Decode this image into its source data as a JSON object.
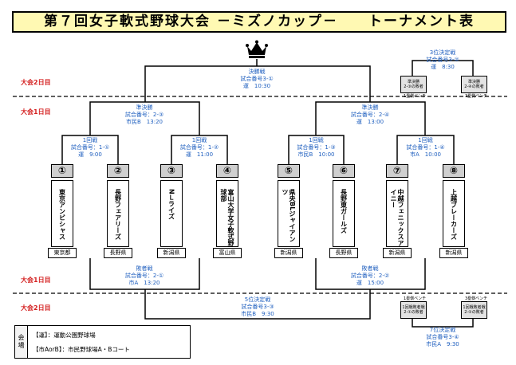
{
  "title": "第７回女子軟式野球大会 －ミズノカップ－　　トーナメント表",
  "day_labels": {
    "day2_top": "大会2日目",
    "day1_top": "大会1日目",
    "day1_bottom": "大会1日目",
    "day2_bottom": "大会2日目"
  },
  "final": {
    "line1": "決勝戦",
    "line2": "試合番号3-①",
    "line3": "運　10:30"
  },
  "third_place": {
    "line1": "3位決定戦",
    "line2": "試合番号3-②",
    "line3": "運　8:30",
    "left_box": "準決勝\n2-③の敗者",
    "right_box": "準決勝\n2-④の敗者",
    "left_bench": "1塁側ベンチ",
    "right_bench": "3塁側ベンチ"
  },
  "semi_left": {
    "line1": "準決勝",
    "line2": "試合番号：2-③",
    "line3": "市民B　13:20"
  },
  "semi_right": {
    "line1": "準決勝",
    "line2": "試合番号：2-④",
    "line3": "運　13:00"
  },
  "r1": [
    {
      "line1": "1回戦",
      "line2": "試合番号：1-①",
      "line3": "運　9:00"
    },
    {
      "line1": "1回戦",
      "line2": "試合番号：1-②",
      "line3": "運　11:00"
    },
    {
      "line1": "1回戦",
      "line2": "試合番号：1-③",
      "line3": "市民B　10:00"
    },
    {
      "line1": "1回戦",
      "line2": "試合番号：1-④",
      "line3": "市A　10:00"
    }
  ],
  "teams": [
    {
      "num": "①",
      "name": "東京アンビシャス",
      "pref": "東京都"
    },
    {
      "num": "②",
      "name": "長野フェアリーズ",
      "pref": "長野県"
    },
    {
      "num": "③",
      "name": "NＬライズ",
      "pref": "新潟県"
    },
    {
      "num": "④",
      "name": "富山大学女子軟式野球部",
      "pref": "富山県"
    },
    {
      "num": "⑤",
      "name": "県央BLジャイアンツ",
      "pref": "新潟県"
    },
    {
      "num": "⑥",
      "name": "長野東ガールズ",
      "pref": "長野県"
    },
    {
      "num": "⑦",
      "name": "中越フェニックスアイニー",
      "pref": "新潟県"
    },
    {
      "num": "⑧",
      "name": "上越ブレーカーズ",
      "pref": "新潟県"
    }
  ],
  "loser_left": {
    "line1": "敗者戦",
    "line2": "試合番号：2-①",
    "line3": "市A　13:20"
  },
  "loser_right": {
    "line1": "敗者戦",
    "line2": "試合番号：2-②",
    "line3": "運　15:00"
  },
  "fifth_place": {
    "line1": "5位決定戦",
    "line2": "試合番号3-③",
    "line3": "市民B　9:30"
  },
  "seventh_place": {
    "line1": "7位決定戦",
    "line2": "試合番号3-④",
    "line3": "市民A　9:30",
    "left_box": "1回戦敗者戦\n2-①の敗者",
    "right_box": "1回戦敗者戦\n2-②の敗者",
    "left_bench": "1塁側ベンチ",
    "right_bench": "3塁側ベンチ"
  },
  "venue": {
    "label": "会場",
    "row1": "【運】：運動公園野球場",
    "row2": "【市AorB】：市民野球場A・Bコート"
  },
  "colors": {
    "title_bg": "#fff9b3",
    "day_label": "#d42020",
    "info_text": "#1f5fbf",
    "number_bg": "#cfcfcf"
  }
}
